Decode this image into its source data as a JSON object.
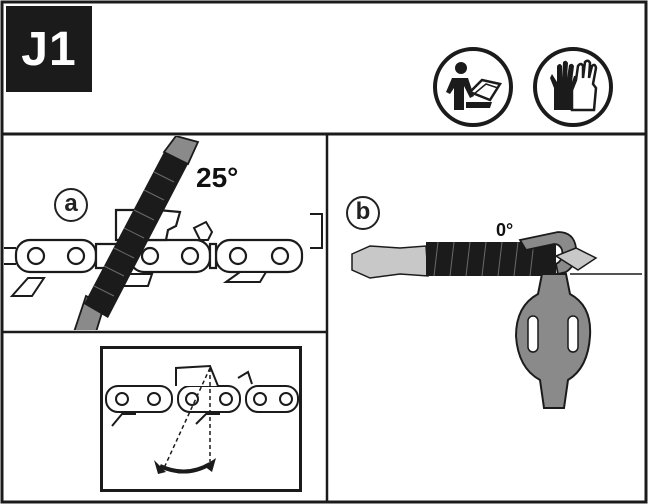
{
  "header": {
    "step_code": "J1",
    "icons": [
      "read-manual-icon",
      "protective-gloves-icon"
    ]
  },
  "panels": [
    {
      "id": "a",
      "label": "a",
      "angle_label": "25°"
    },
    {
      "id": "b",
      "label": "b",
      "angle_label": "0°"
    },
    {
      "id": "detail",
      "label": ""
    }
  ],
  "colors": {
    "ink": "#1b1b1b",
    "gray_fill": "#8a8a8a",
    "light_gray": "#c8c8c8",
    "background": "#ffffff"
  }
}
